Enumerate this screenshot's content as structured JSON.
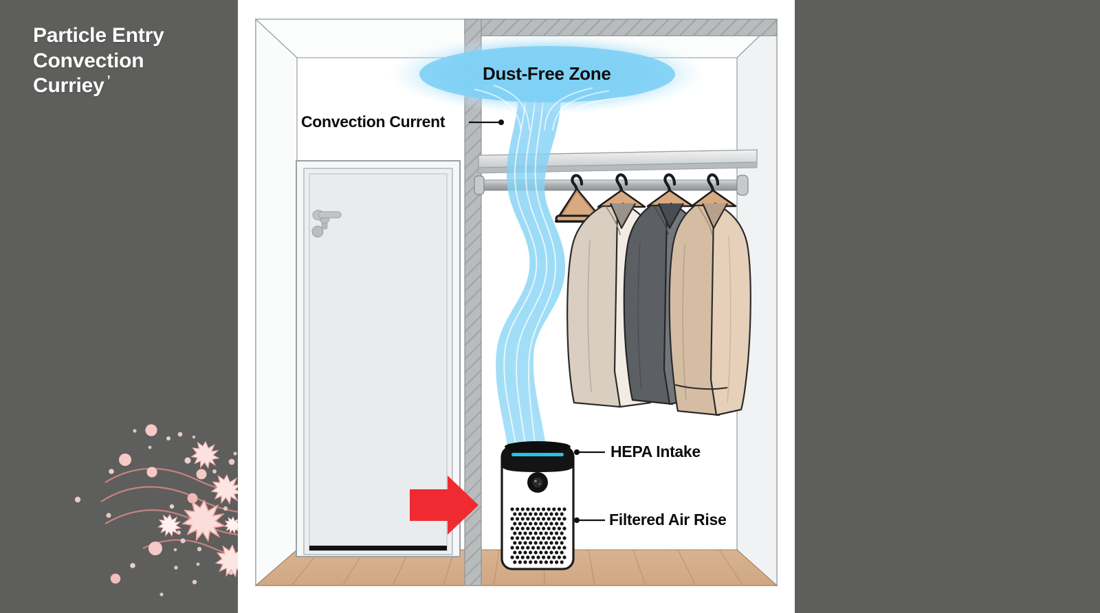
{
  "page": {
    "background_color": "#5e5e5c",
    "panel_color": "#ffffff"
  },
  "title": {
    "line1": "Particle Entry",
    "line2": "Convection",
    "line3": "Curriey",
    "apostrophe": "’"
  },
  "callouts": {
    "dust_free_zone": "Dust-Free Zone",
    "convection_current": "Convection Current",
    "hepa_intake": "HEPA Intake",
    "filtered_air_rise": "Filtered Air Rise"
  },
  "colors": {
    "airflow_blue": "#8ad5f5",
    "dust_zone_blue": "#7fd0f5",
    "particle_pink": "#f6c9c6",
    "particle_pink_strong": "#ef9a96",
    "arrow_red": "#ef2b31",
    "floor_wood": "#d7b08c",
    "wall_white": "#fdfdfd",
    "beam_gray": "#b9bcbd",
    "door_gray": "#e8eaec",
    "purifier_black": "#151515",
    "garment_cream": "#efe7dc",
    "garment_gray": "#6f7377",
    "garment_tan": "#ddc4ab",
    "hanger_wood": "#d9a97f"
  },
  "scene": {
    "room": {
      "name": "closet-room-interior",
      "floor": "wood-plank-floor",
      "ceiling_beam": "hatched-gray-beam",
      "wall_post": "hatched-gray-vertical-post"
    },
    "door": {
      "name": "closet-door",
      "handle": "lever-handle",
      "lock": "round-lock",
      "gap": "under-door-gap"
    },
    "shelf": {
      "name": "closet-shelf"
    },
    "rod": {
      "name": "closet-rod",
      "end_cap": "rod-end-cap"
    },
    "hangers": [
      {
        "name": "empty-wooden-hanger",
        "garment": null,
        "color": "#d9a97f"
      },
      {
        "name": "hanger-garment-cream",
        "garment": "cream-coat",
        "color": "#efe7dc"
      },
      {
        "name": "hanger-garment-gray",
        "garment": "gray-coat",
        "color": "#6f7377"
      },
      {
        "name": "hanger-garment-tan",
        "garment": "tan-coat",
        "color": "#ddc4ab"
      }
    ],
    "air_purifier": {
      "name": "hepa-air-purifier",
      "body_color": "#ffffff",
      "top_color": "#151515",
      "vent_light": "#29c0e8",
      "display": "circular-display",
      "grille": "perforated-mesh-grille"
    },
    "airflow": {
      "name": "convection-airflow-column",
      "direction": "upward",
      "color": "#8ad5f5"
    },
    "dust_zone": {
      "name": "dust-free-zone-cloud",
      "shape": "ellipse",
      "color": "#7fd0f5"
    },
    "entry_arrow": {
      "name": "particle-entry-arrow",
      "direction": "right",
      "color": "#ef2b31"
    },
    "particles": {
      "name": "airborne-particle-field",
      "dot_count": 34,
      "spiky_count": 6,
      "wave_lines": 4,
      "colors": [
        "#f6c9c6",
        "#ef9a96",
        "#e8cfcd"
      ]
    }
  }
}
